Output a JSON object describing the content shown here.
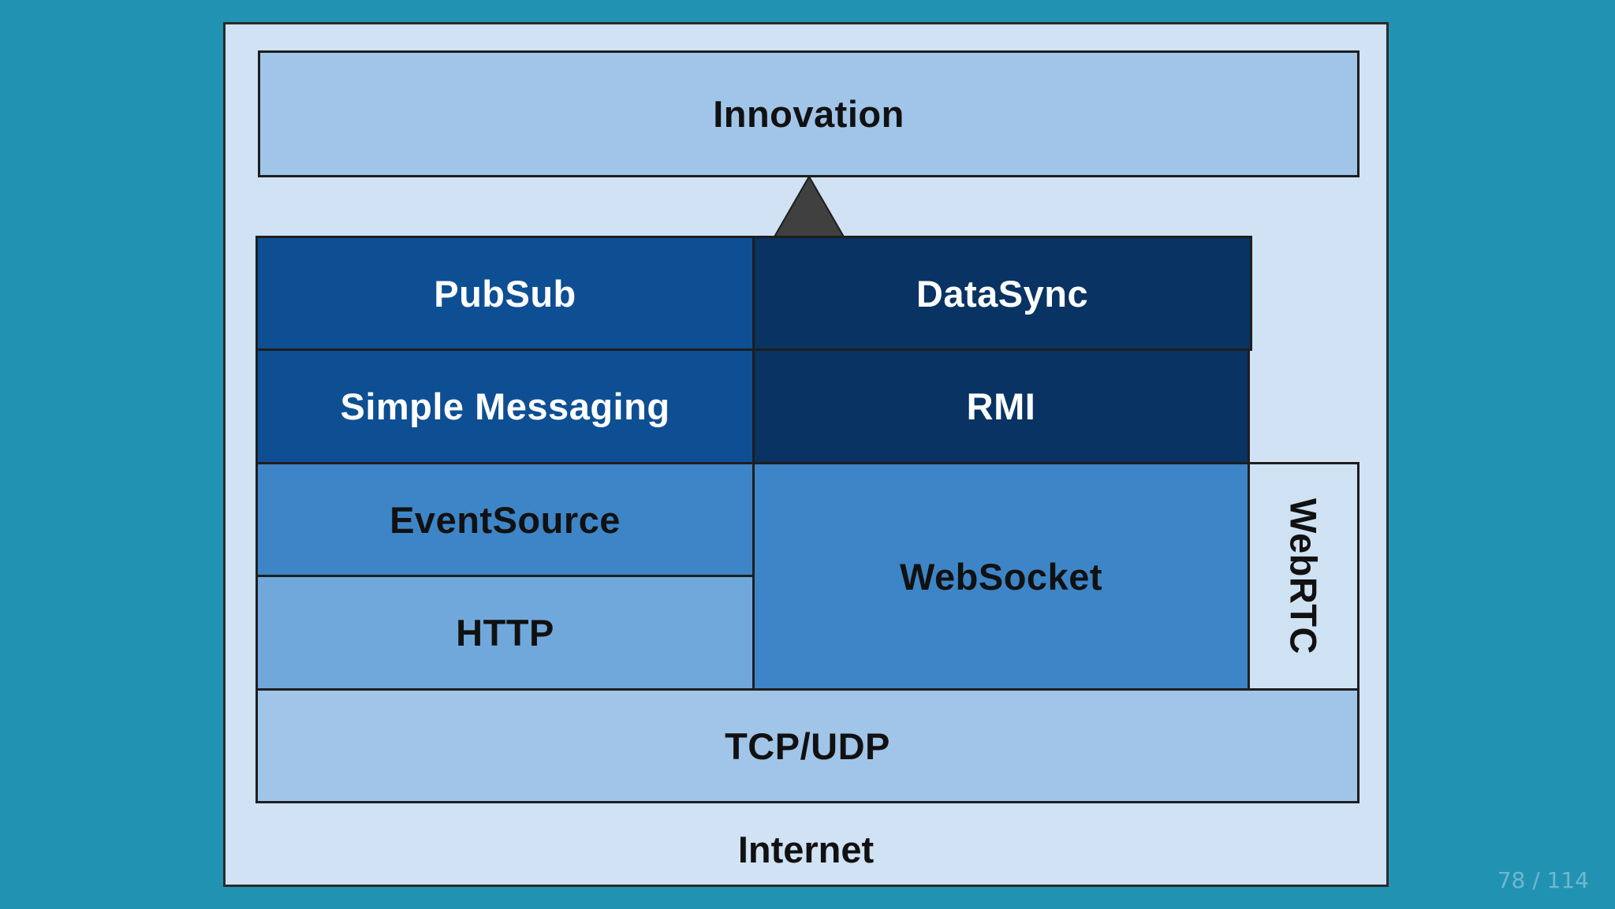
{
  "diagram": {
    "layers": {
      "innovation": "Innovation",
      "pubsub": "PubSub",
      "datasync": "DataSync",
      "simple_messaging": "Simple Messaging",
      "rmi": "RMI",
      "eventsource": "EventSource",
      "http": "HTTP",
      "websocket": "WebSocket",
      "webrtc": "WebRTC",
      "tcp_udp": "TCP/UDP",
      "internet": "Internet"
    },
    "colors": {
      "background": "#2292b2",
      "frame": "#d0e2f3",
      "light_blue": "#a0c5e8",
      "medium_dark_blue": "#0e4f94",
      "navy": "#083363",
      "medium_blue": "#3d85c7",
      "sky_blue": "#70a8dc",
      "arrow": "#404040"
    }
  },
  "footer": {
    "page_number": "78 / 114"
  }
}
